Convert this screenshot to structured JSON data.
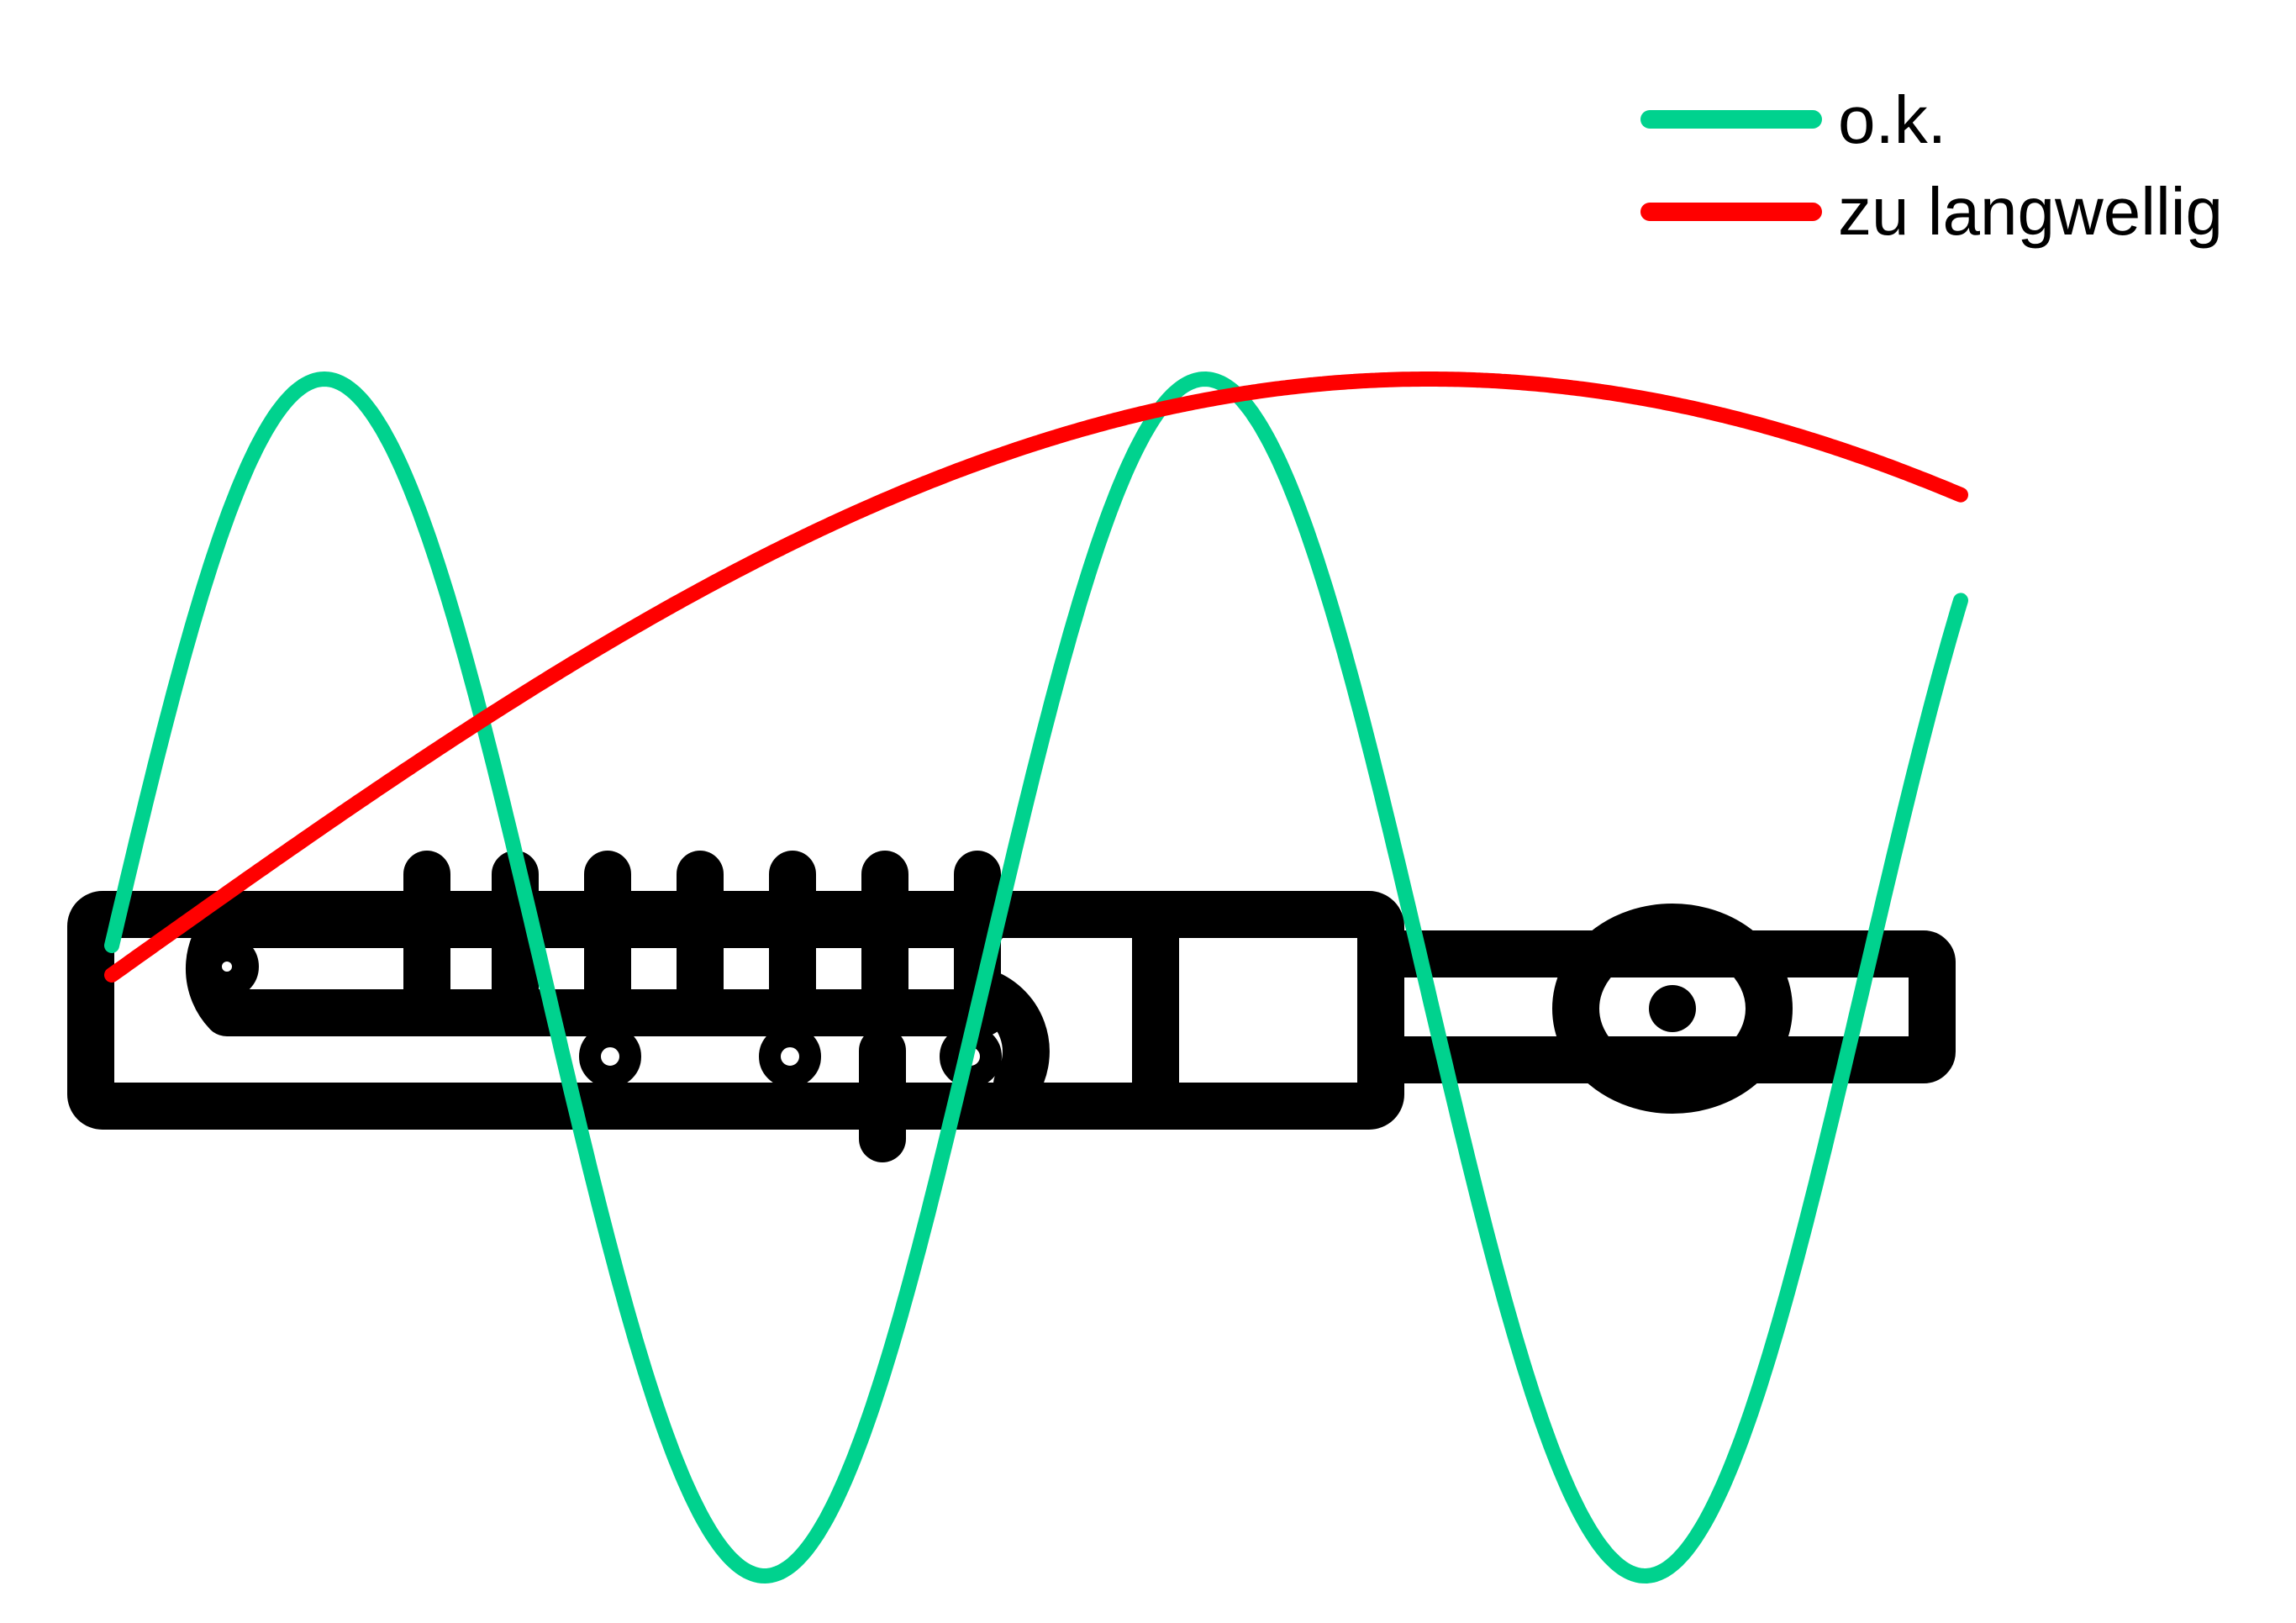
{
  "colors": {
    "ok_wave": "#00d28e",
    "long_wave": "#ff0000",
    "instrument": "#000000",
    "background": "#ffffff"
  },
  "icon": "flute-icon",
  "legend": {
    "items": [
      {
        "label": "o.k.",
        "color": "#00d28e"
      },
      {
        "label": "zu langwellig",
        "color": "#ff0000"
      }
    ]
  },
  "waves": {
    "ok_cycles": 2.1,
    "long_cycles": 0.35
  }
}
